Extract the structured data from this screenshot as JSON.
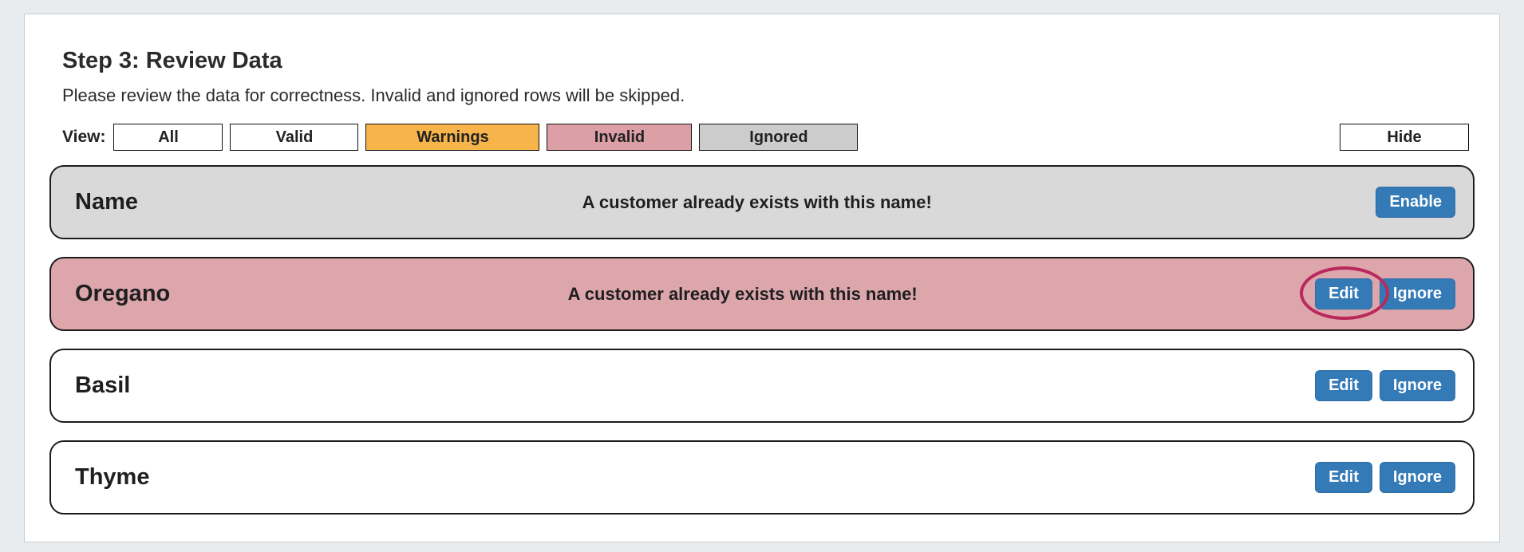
{
  "page": {
    "title": "Step 3: Review Data",
    "subtitle": "Please review the data for correctness. Invalid and ignored rows will be skipped."
  },
  "filters": {
    "view_label": "View:",
    "buttons": [
      {
        "label": "All",
        "type": "all"
      },
      {
        "label": "Valid",
        "type": "valid"
      },
      {
        "label": "Warnings",
        "type": "warnings"
      },
      {
        "label": "Invalid",
        "type": "invalid"
      },
      {
        "label": "Ignored",
        "type": "ignored"
      }
    ],
    "hide_label": "Hide"
  },
  "rows": [
    {
      "name": "Name",
      "status": "ignored",
      "message": "A customer already exists with this name!",
      "buttons": [
        "Enable"
      ]
    },
    {
      "name": "Oregano",
      "status": "invalid",
      "message": "A customer already exists with this name!",
      "buttons": [
        "Edit",
        "Ignore"
      ],
      "annotated_button": "Edit"
    },
    {
      "name": "Basil",
      "status": "valid",
      "message": "",
      "buttons": [
        "Edit",
        "Ignore"
      ]
    },
    {
      "name": "Thyme",
      "status": "valid",
      "message": "",
      "buttons": [
        "Edit",
        "Ignore"
      ]
    }
  ],
  "colors": {
    "warnings_filter": "#f6b44b",
    "invalid_filter": "#dc9fa6",
    "ignored_filter": "#cccccc",
    "ignored_row": "#d9d9d9",
    "invalid_row": "#dca6ab",
    "primary_button": "#337ab7",
    "annotation_circle": "#b9295b"
  }
}
